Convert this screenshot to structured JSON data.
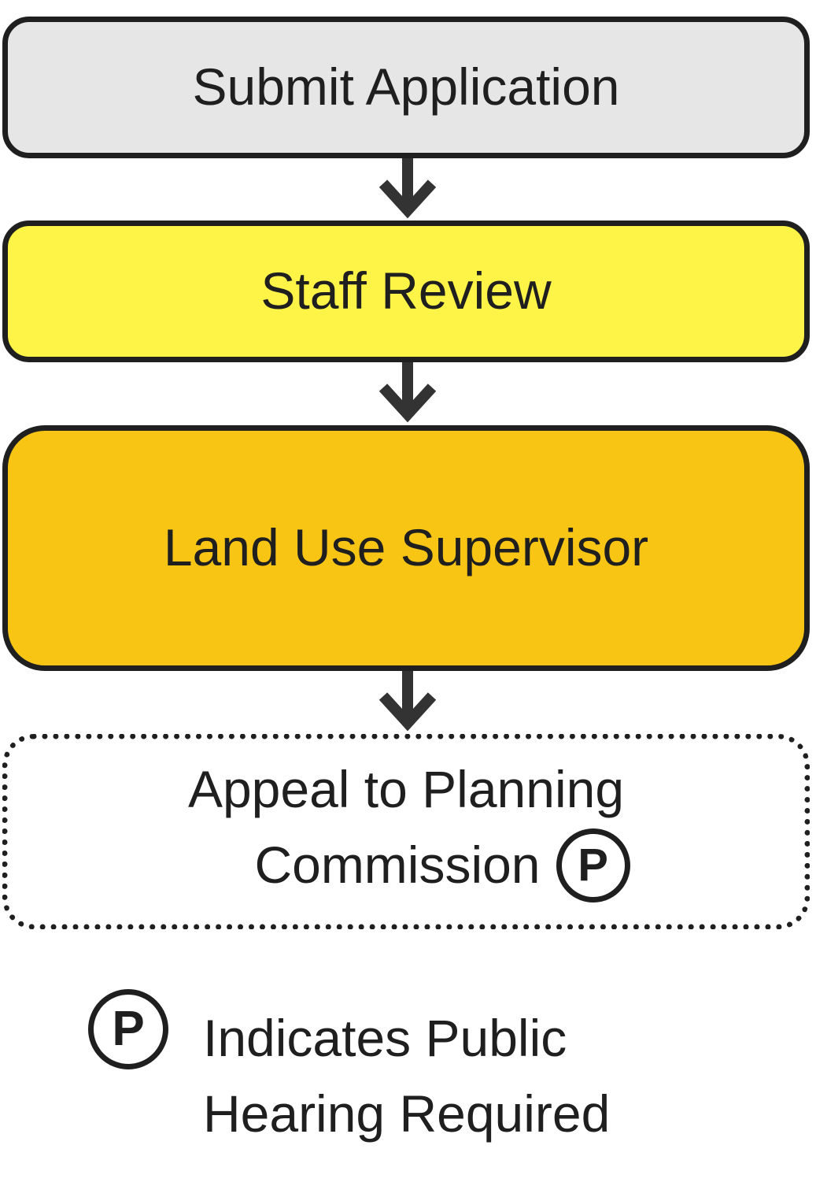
{
  "steps": {
    "submit": "Submit Application",
    "staff_review": "Staff Review",
    "supervisor": "Land Use Supervisor",
    "appeal_line_1": "Appeal to Planning",
    "appeal_line_2": "Commission"
  },
  "badge_label": "P",
  "legend": {
    "badge": "P",
    "line_1": "Indicates Public",
    "line_2": "Hearing Required"
  },
  "colors": {
    "submit_fill": "#e6e6e6",
    "staff_review_fill": "#fef447",
    "supervisor_fill": "#f8c514",
    "stroke": "#1f1f1f"
  },
  "icons": [
    "arrow-down-icon",
    "public-hearing-icon"
  ]
}
